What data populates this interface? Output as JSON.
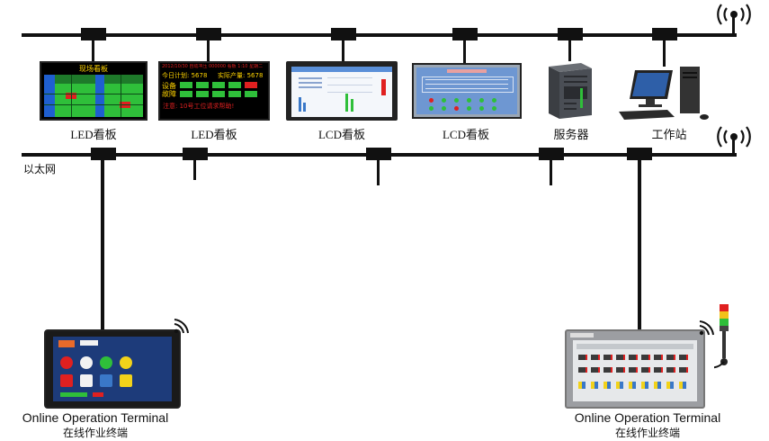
{
  "network": {
    "ethernet_label": "以太网"
  },
  "devices": {
    "led1": {
      "label": "LED看板",
      "title": "现场看板"
    },
    "led2": {
      "label": "LED看板",
      "header": "2012/10/30  自动冲压 000000 看板  1:10 星期二",
      "plan": "今日计划: 5678",
      "actual": "实际产量: 5678",
      "device_status": "设备",
      "fault": "故障",
      "notice": "注意: 10号工位请求帮助!"
    },
    "lcd1": {
      "label": "LCD看板"
    },
    "lcd2": {
      "label": "LCD看板"
    },
    "server": {
      "label": "服务器"
    },
    "workstation": {
      "label": "工作站"
    }
  },
  "terminals": {
    "left": {
      "label_en": "Online Operation Terminal",
      "label_cn": "在线作业终端"
    },
    "right": {
      "label_en": "Online Operation Terminal",
      "label_cn": "在线作业终端"
    }
  },
  "colors": {
    "bus": "#111111",
    "led_bg": "#000000",
    "led_green": "#2fbf3a",
    "led_red": "#e02020",
    "lcd_blue": "#3a78c8"
  }
}
